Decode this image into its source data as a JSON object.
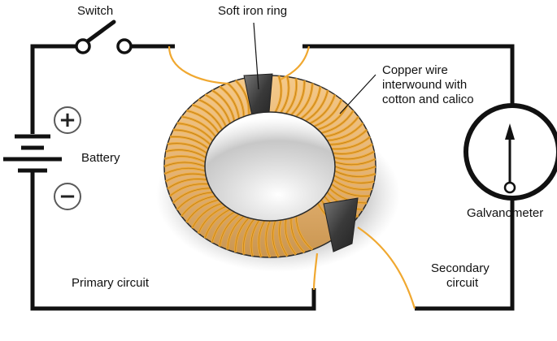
{
  "labels": {
    "switch": "Switch",
    "soft_iron_ring": "Soft iron ring",
    "copper_wire": [
      "Copper wire",
      "interwound with",
      "cotton and calico"
    ],
    "battery": "Battery",
    "galvanometer": "Galvanometer",
    "primary_circuit": "Primary circuit",
    "secondary_circuit": [
      "Secondary",
      "circuit"
    ]
  },
  "battery_terminals": {
    "positive": "+",
    "negative": "−"
  },
  "colors": {
    "circuit_wire": "#111111",
    "copper_coil": "#f0a830",
    "iron_core": "#3a3a3a",
    "ring_shadow": "#b9b9b9"
  }
}
